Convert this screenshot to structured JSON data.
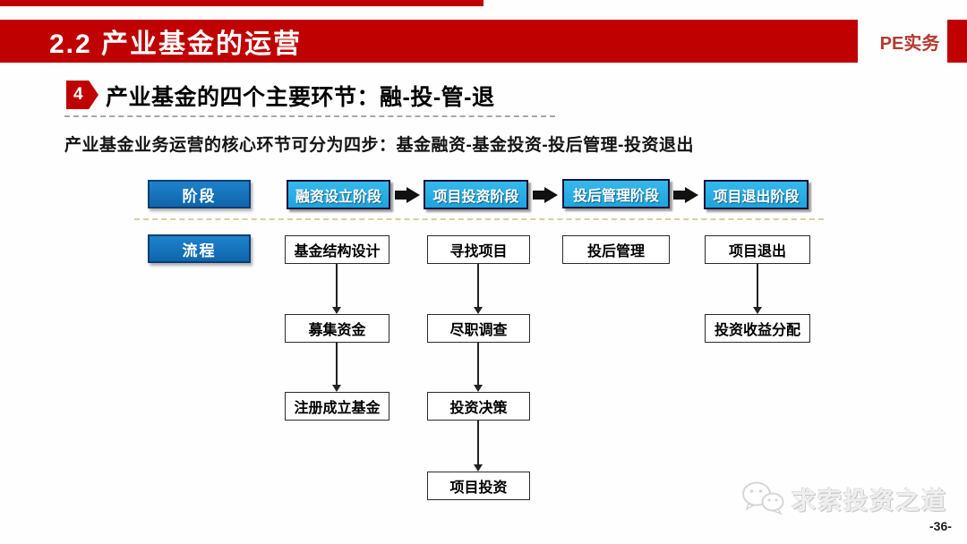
{
  "header": {
    "title": "2.2 产业基金的运营",
    "logo": "PE实务"
  },
  "section": {
    "badge": "4",
    "title": "产业基金的四个主要环节：融-投-管-退",
    "description": "产业基金业务运营的核心环节可分为四步：基金融资-基金投资-投后管理-投资退出"
  },
  "flowchart": {
    "row_labels": {
      "stage": "阶段",
      "process": "流程"
    },
    "stages": [
      "融资设立阶段",
      "项目投资阶段",
      "投后管理阶段",
      "项目退出阶段"
    ],
    "columns": [
      {
        "steps": [
          "基金结构设计",
          "募集资金",
          "注册成立基金"
        ]
      },
      {
        "steps": [
          "寻找项目",
          "尽职调查",
          "投资决策",
          "项目投资"
        ]
      },
      {
        "steps": [
          "投后管理"
        ]
      },
      {
        "steps": [
          "项目退出",
          "投资收益分配"
        ]
      }
    ]
  },
  "footer": {
    "watermark": "求索投资之道",
    "watermark_icon": "wechat-icon",
    "page_number": "-36-"
  },
  "colors": {
    "header_red": "#c00101",
    "logo_red": "#b23b30",
    "label_blue": "#1274be",
    "stage_cyan": "#29abe2",
    "separator_tan": "#d9cf9f"
  }
}
